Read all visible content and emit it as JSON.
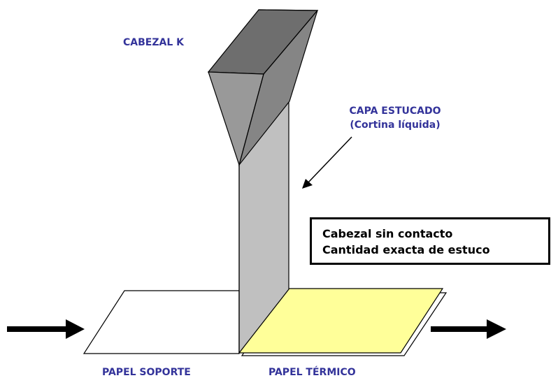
{
  "labels": {
    "head": "CABEZAL K",
    "coating_line1": "CAPA ESTUCADO",
    "coating_line2": "(Cortina líquida)",
    "base_paper": "PAPEL SOPORTE",
    "thermal_paper": "PAPEL TÉRMICO"
  },
  "note": {
    "line1": "Cabezal sin contacto",
    "line2": "Cantidad exacta de estuco"
  },
  "colors": {
    "head_dark": "#6e6e6e",
    "head_mid": "#858585",
    "head_light": "#999999",
    "curtain": "#c0c0c0",
    "thermal_paper": "#ffff99",
    "label_text": "#33339a"
  }
}
